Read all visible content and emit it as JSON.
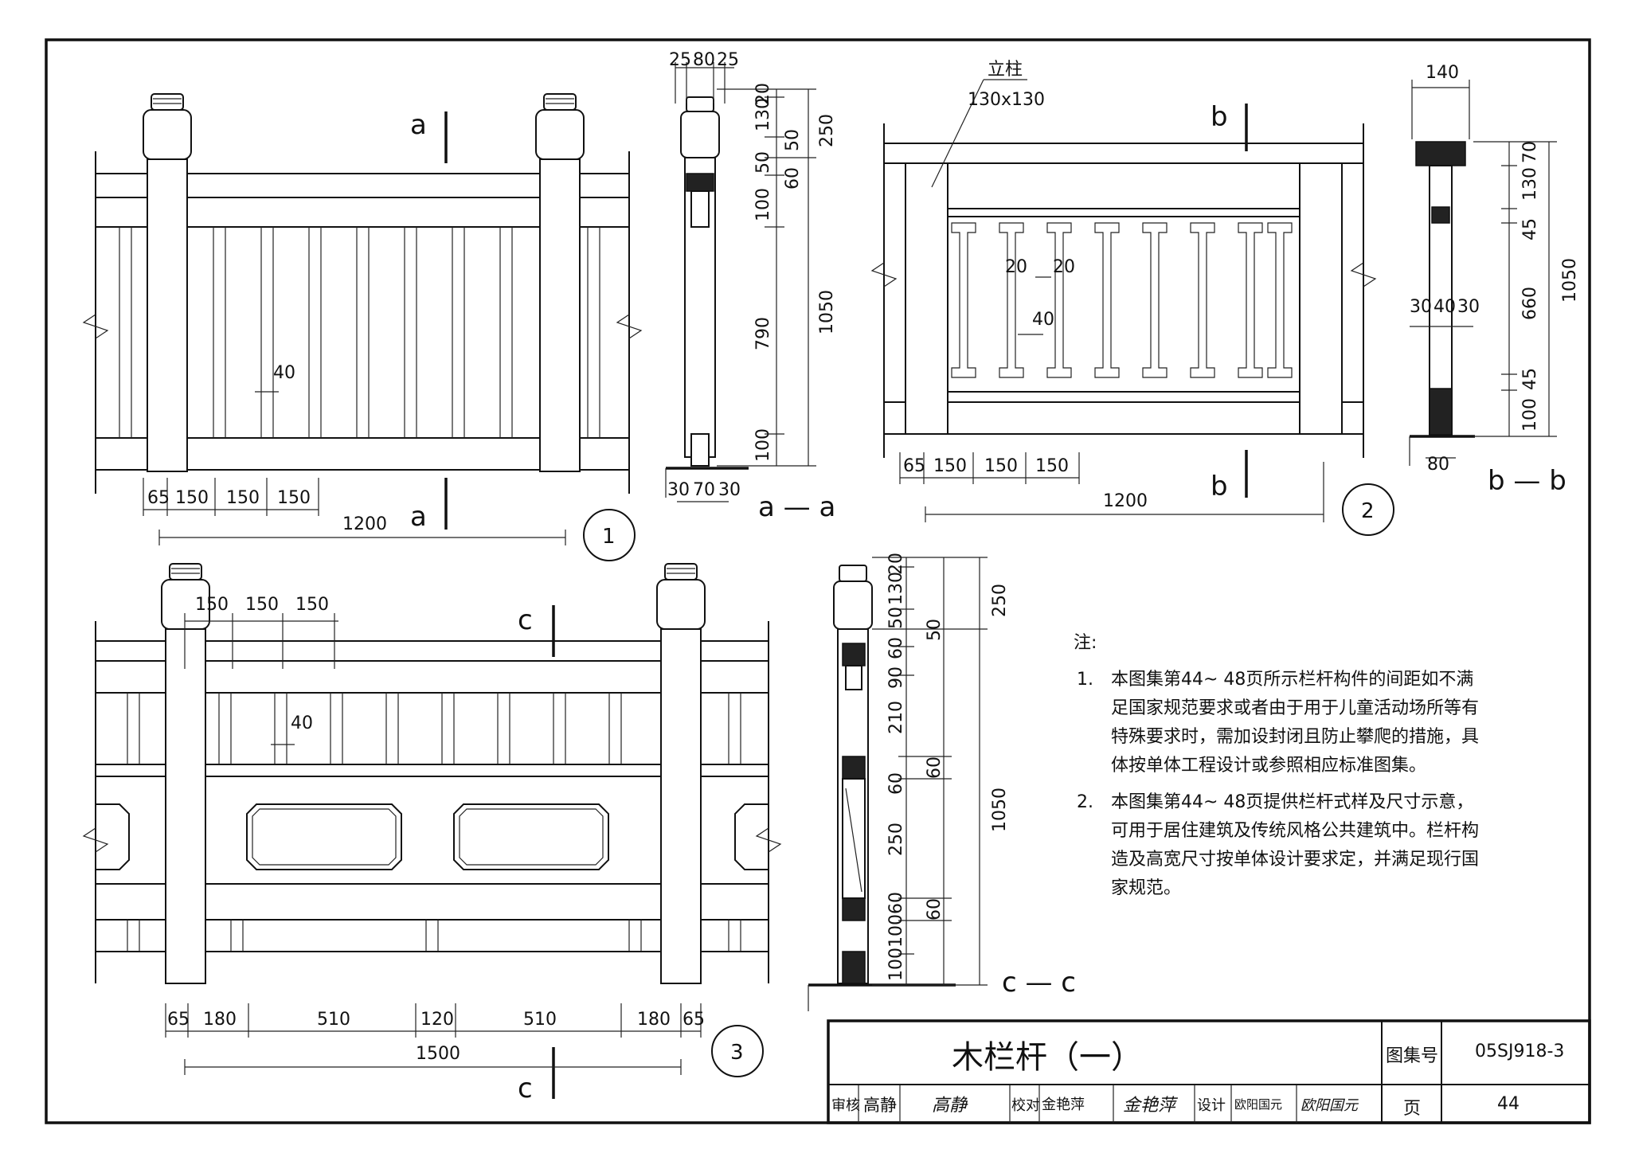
{
  "detail1": {
    "section_label": "a",
    "circle": "1",
    "dims": {
      "d65": "65",
      "d150a": "150",
      "d150b": "150",
      "d150c": "150",
      "d1200": "1200",
      "d40": "40"
    }
  },
  "sectionA": {
    "title": "a — a",
    "top": [
      "25",
      "80",
      "25"
    ],
    "bottom": [
      "30",
      "70",
      "30"
    ],
    "inner": [
      "20",
      "130",
      "50",
      "50",
      "60",
      "100",
      "790",
      "100"
    ],
    "outer": [
      "250",
      "1050"
    ]
  },
  "detail2": {
    "post_label": "立柱",
    "post_size": "130x130",
    "section_label": "b",
    "circle": "2",
    "dims": {
      "d65": "65",
      "d150a": "150",
      "d150b": "150",
      "d150c": "150",
      "d1200": "1200",
      "d20a": "20",
      "d20b": "20",
      "d40": "40"
    }
  },
  "sectionB": {
    "title": "b — b",
    "top": "140",
    "bottom": "80",
    "mid": [
      "30",
      "40",
      "30"
    ],
    "inner": [
      "70",
      "130",
      "45",
      "660",
      "45",
      "100"
    ],
    "outer": "1050"
  },
  "detail3": {
    "section_label": "c",
    "circle": "3",
    "top_dims": [
      "150",
      "150",
      "150"
    ],
    "d40": "40",
    "bottom_dims": [
      "65",
      "180",
      "510",
      "120",
      "510",
      "180",
      "65"
    ],
    "d1500": "1500"
  },
  "sectionC": {
    "title": "c — c",
    "inner": [
      "20",
      "130",
      "50",
      "60",
      "90",
      "210",
      "60",
      "250",
      "60",
      "100",
      "100"
    ],
    "right": [
      "60",
      "60"
    ],
    "outer": [
      "250",
      "1050"
    ]
  },
  "notes": {
    "heading": "注:",
    "items": [
      {
        "num": "1.",
        "lines": [
          "本图集第44~ 48页所示栏杆构件的间距如不满",
          "足国家规范要求或者由于用于儿童活动场所等有",
          "特殊要求时，需加设封闭且防止攀爬的措施，具",
          "体按单体工程设计或参照相应标准图集。"
        ]
      },
      {
        "num": "2.",
        "lines": [
          "本图集第44~ 48页提供栏杆式样及尺寸示意，",
          "可用于居住建筑及传统风格公共建筑中。栏杆构",
          "造及高宽尺寸按单体设计要求定，并满足现行国",
          "家规范。"
        ]
      }
    ]
  },
  "titleblock": {
    "title": "木栏杆（一）",
    "atlas_label": "图集号",
    "atlas_no": "05SJ918-3",
    "page_label": "页",
    "page_no": "44",
    "row": [
      "审核",
      "高静",
      "高静",
      "校对",
      "金艳萍",
      "金艳萍",
      "设计",
      "欧阳国元",
      "欧阳国元"
    ]
  }
}
